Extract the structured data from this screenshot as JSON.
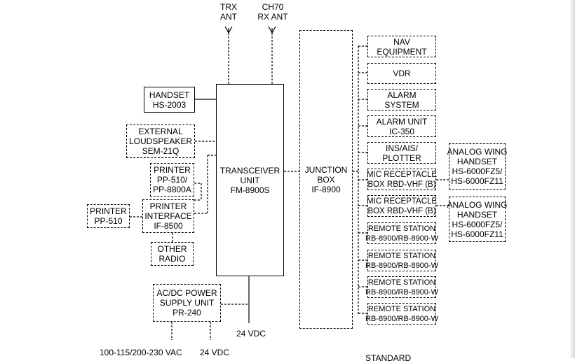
{
  "antennas": {
    "trx": [
      "TRX",
      "ANT"
    ],
    "ch70": [
      "CH70",
      "RX ANT"
    ]
  },
  "left_units": {
    "handset": [
      "HANDSET",
      "HS-2003"
    ],
    "loudspeaker": [
      "EXTERNAL",
      "LOUDSPEAKER",
      "SEM-21Q"
    ],
    "printer_pp510": [
      "PRINTER",
      "PP-510/",
      "PP-8800A"
    ],
    "printer_interface": [
      "PRINTER",
      "INTERFACE",
      "IF-8500"
    ],
    "printer_small": [
      "PRINTER",
      "PP-510"
    ],
    "other_radio": [
      "OTHER",
      "RADIO"
    ],
    "power_supply": [
      "AC/DC POWER",
      "SUPPLY UNIT",
      "PR-240"
    ]
  },
  "transceiver": [
    "TRANSCEIVER",
    "UNIT",
    "FM-8900S"
  ],
  "junction_box": [
    "JUNCTION",
    "BOX",
    "IF-8900"
  ],
  "right_units": [
    [
      "NAV",
      "EQUIPMENT"
    ],
    [
      "VDR"
    ],
    [
      "ALARM",
      "SYSTEM"
    ],
    [
      "ALARM UNIT",
      "IC-350"
    ],
    [
      "INS/AIS/",
      "PLOTTER"
    ],
    [
      "MIC RECEPTACLE",
      "BOX RBD-VHF (B)"
    ],
    [
      "MIC RECEPTACLE",
      "BOX RBD-VHF (B)"
    ],
    [
      "REMOTE STATION",
      "RB-8900/RB-8900-W"
    ],
    [
      "REMOTE STATION",
      "RB-8900/RB-8900-W"
    ],
    [
      "REMOTE STATION",
      "RB-8900/RB-8900-W"
    ],
    [
      "REMOTE STATION",
      "RB-8900/RB-8900-W"
    ]
  ],
  "wing_handsets": [
    [
      "ANALOG WING",
      "HANDSET",
      "HS-6000FZ5/",
      "HS-6000FZ11"
    ],
    [
      "ANALOG WING",
      "HANDSET",
      "HS-6000FZ5/",
      "HS-6000FZ11"
    ]
  ],
  "power_labels": {
    "dc_24v_main": "24 VDC",
    "ac_input": "100-115/200-230 VAC",
    "dc_24v_input": "24 VDC"
  },
  "legend_partial": "STANDARD"
}
